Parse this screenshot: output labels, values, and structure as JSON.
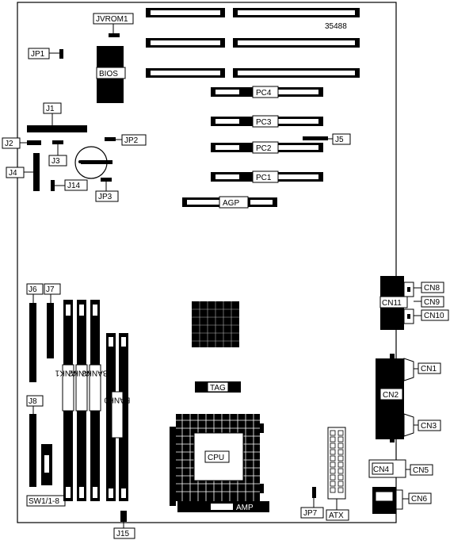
{
  "diagram": {
    "part_number": "35488",
    "labels": {
      "jvrom1": "JVROM1",
      "jp1": "JP1",
      "bios": "BIOS",
      "j1": "J1",
      "j2": "J2",
      "j3": "J3",
      "jp2": "JP2",
      "j4": "J4",
      "j14": "J14",
      "jp3": "JP3",
      "j5": "J5",
      "pc4": "PC4",
      "pc3": "PC3",
      "pc2": "PC2",
      "pc1": "PC1",
      "agp": "AGP",
      "j6": "J6",
      "j7": "J7",
      "j8": "J8",
      "bank0": "BANK0",
      "bank1": "BANK1",
      "bank2": "BANK2",
      "bank3": "BANK3",
      "sw1": "SW1/1-8",
      "j15": "J15",
      "tag": "TAG",
      "cpu": "CPU",
      "amp": "AMP",
      "jp7": "JP7",
      "atx": "ATX",
      "cn1": "CN1",
      "cn2": "CN2",
      "cn3": "CN3",
      "cn4": "CN4",
      "cn5": "CN5",
      "cn6": "CN6",
      "cn8": "CN8",
      "cn9": "CN9",
      "cn10": "CN10",
      "cn11": "CN11"
    }
  }
}
